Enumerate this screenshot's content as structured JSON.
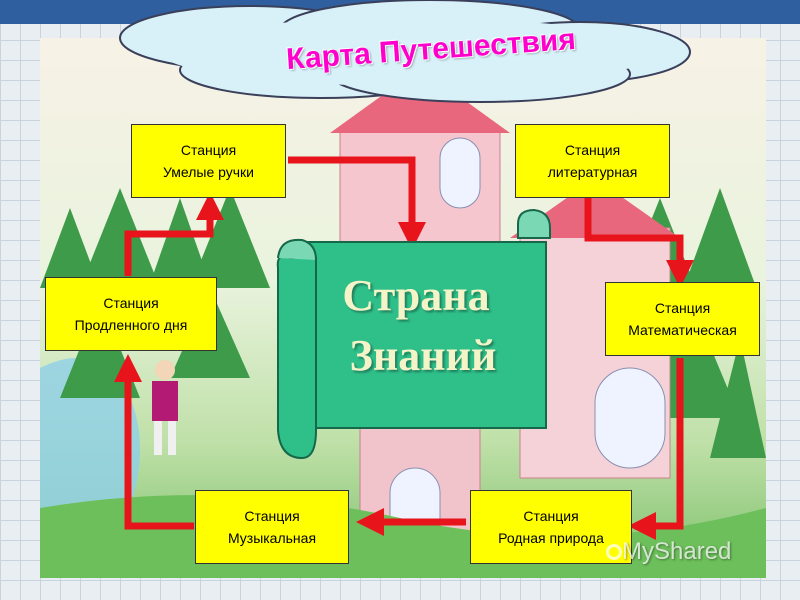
{
  "title": "Карта Путешествия",
  "center": {
    "line1": "Страна",
    "line2": "Знаний"
  },
  "stations": {
    "umelye": {
      "line1": "Станция",
      "line2": "Умелые ручки"
    },
    "literaturnaya": {
      "line1": "Станция",
      "line2": "литературная"
    },
    "matematicheskaya": {
      "line1": "Станция",
      "line2": "Математическая"
    },
    "rodnaya": {
      "line1": "Станция",
      "line2": "Родная природа"
    },
    "muzykalnaya": {
      "line1": "Станция",
      "line2": "Музыкальная"
    },
    "prodlennogo": {
      "line1": "Станция",
      "line2": "Продленного дня"
    }
  },
  "watermark": "MyShared",
  "colors": {
    "station": "#ffff00",
    "arrow": "#e8141b",
    "scroll": "#2fc08a",
    "title": "#ff00cc",
    "cloud": "#d8f0f8"
  }
}
